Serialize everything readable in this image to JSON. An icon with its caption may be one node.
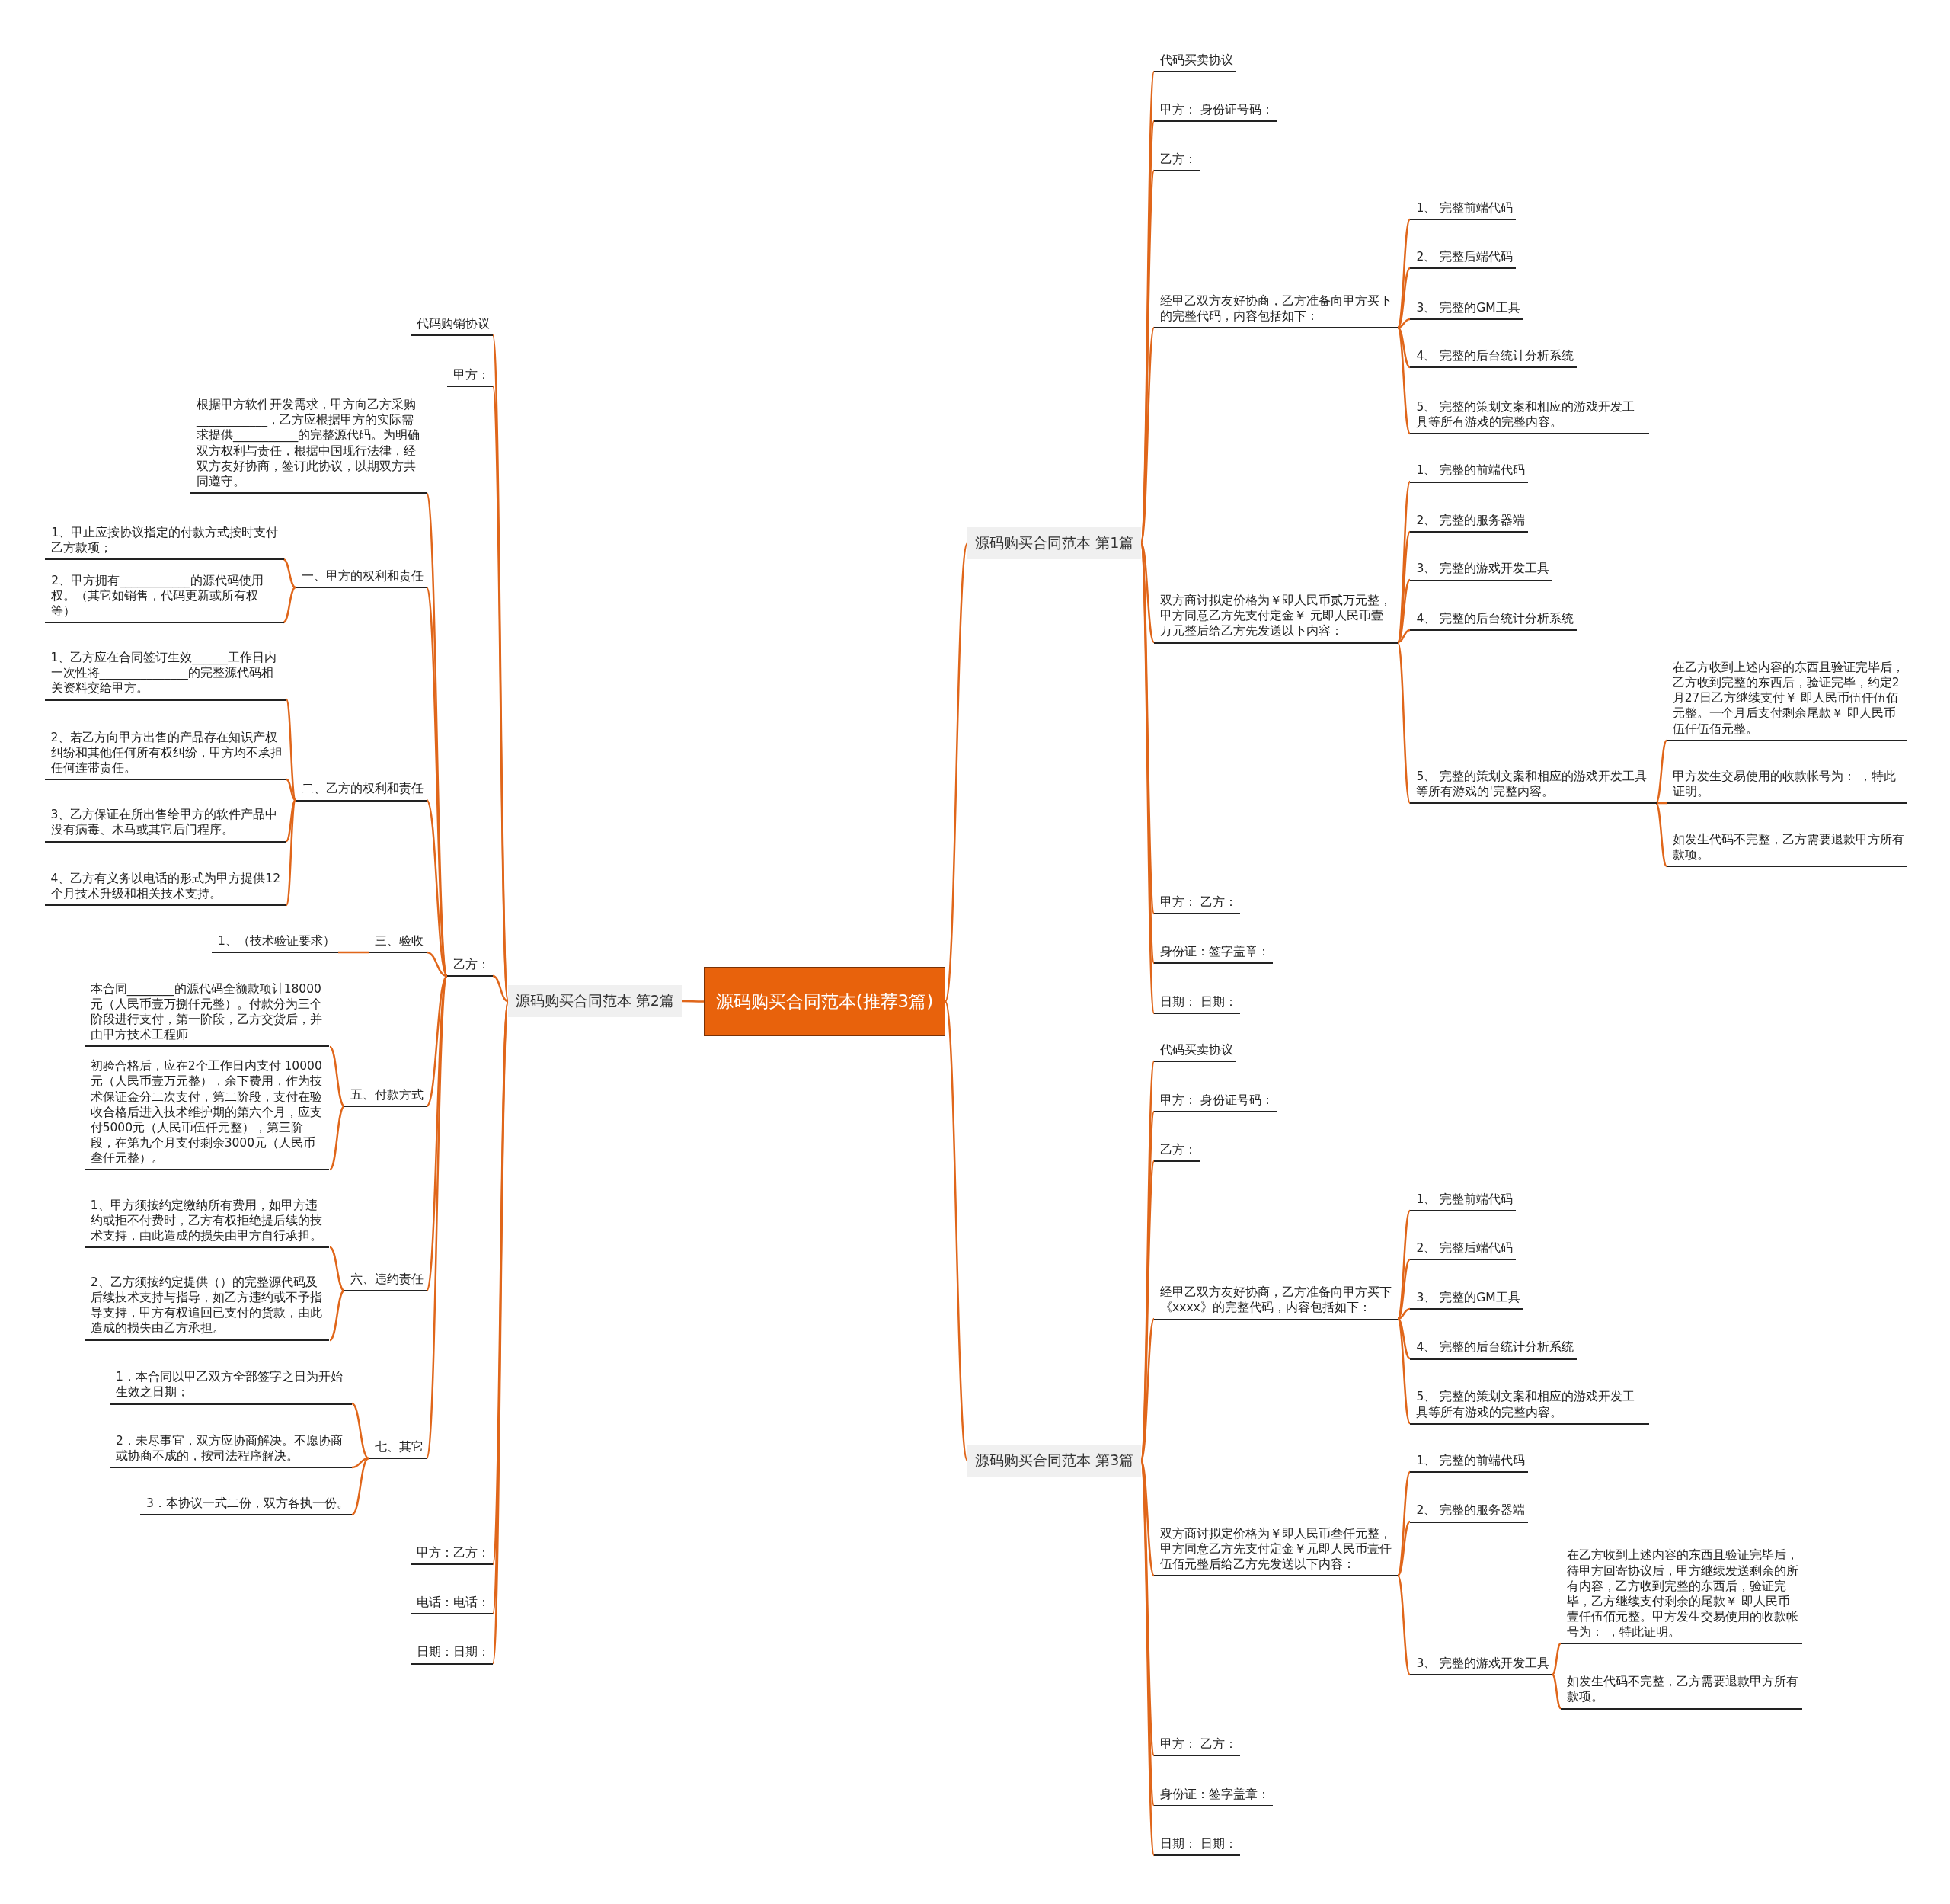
{
  "diagram": {
    "nodes": [
      {
        "text": [
          "源码购买合同范本(推荐3篇)"
        ]
      },
      {
        "text": [
          "源码购买合同范本 第1篇"
        ]
      },
      {
        "text": [
          "代码买卖协议"
        ]
      },
      {
        "text": [
          "甲方： 身份证号码："
        ]
      },
      {
        "text": [
          "乙方："
        ]
      },
      {
        "text": [
          "经甲乙双方友好协商，乙方准备向甲方买下的完整代码，内容包括如下："
        ]
      },
      {
        "text": [
          "1、 完整前端代码"
        ]
      },
      {
        "text": [
          "2、 完整后端代码"
        ]
      },
      {
        "text": [
          "3、 完整的GM工具"
        ]
      },
      {
        "text": [
          "4、 完整的后台统计分析系统"
        ]
      },
      {
        "text": [
          "5、 完整的策划文案和相应的游戏开发工具等所有游戏的完整内容。"
        ]
      },
      {
        "text": [
          "双方商讨拟定价格为￥即人民币贰万元整，甲方同意乙方先支付定金￥ 元即人民币壹万元整后给乙方先发送以下内容："
        ]
      },
      {
        "text": [
          "1、 完整的前端代码"
        ]
      },
      {
        "text": [
          "2、 完整的服务器端"
        ]
      },
      {
        "text": [
          "3、 完整的游戏开发工具"
        ]
      },
      {
        "text": [
          "4、 完整的后台统计分析系统"
        ]
      },
      {
        "text": [
          "5、 完整的策划文案和相应的游戏开发工具等所有游戏的'完整内容。"
        ]
      },
      {
        "text": [
          "在乙方收到上述内容的东西且验证完毕后，乙方收到完整的东西后，验证完毕，约定2月27日乙方继续支付￥ 即人民币伍仟伍佰元整。一个月后支付剩余尾款￥ 即人民币伍仟伍佰元整。"
        ]
      },
      {
        "text": [
          "甲方发生交易使用的收款帐号为： ，特此证明。"
        ]
      },
      {
        "text": [
          "如发生代码不完整，乙方需要退款甲方所有款项。"
        ]
      },
      {
        "text": [
          "甲方： 乙方："
        ]
      },
      {
        "text": [
          "身份证：签字盖章："
        ]
      },
      {
        "text": [
          "日期： 日期："
        ]
      },
      {
        "text": [
          "源码购买合同范本 第2篇"
        ]
      },
      {
        "text": [
          "代码购销协议"
        ]
      },
      {
        "text": [
          "甲方："
        ]
      },
      {
        "text": [
          "乙方："
        ]
      },
      {
        "text": [
          "根据甲方软件开发需求，甲方向乙方采购____________，乙方应根据甲方的实际需求提供___________的完整源代码。为明确双方权利与责任，根据中国现行法律，经双方友好协商，签订此协议，以期双方共同遵守。"
        ]
      },
      {
        "text": [
          "一、甲方的权利和责任"
        ]
      },
      {
        "text": [
          "1、甲止应按协议指定的付款方式按时支付乙方款项；"
        ]
      },
      {
        "text": [
          "2、甲方拥有____________的源代码使用权。（其它如销售，代码更新或所有权等）"
        ]
      },
      {
        "text": [
          "二、乙方的权利和责任"
        ]
      },
      {
        "text": [
          "1、乙方应在合同签订生效______工作日内一次性将_______________的完整源代码相关资料交给甲方。"
        ]
      },
      {
        "text": [
          "2、若乙方向甲方出售的产品存在知识产权纠纷和其他任何所有权纠纷，甲方均不承担任何连带责任。"
        ]
      },
      {
        "text": [
          "3、乙方保证在所出售给甲方的软件产品中没有病毒、木马或其它后门程序。"
        ]
      },
      {
        "text": [
          "4、乙方有义务以电话的形式为甲方提供12个月技术升级和相关技术支持。"
        ]
      },
      {
        "text": [
          "三、验收"
        ]
      },
      {
        "text": [
          "1、（技术验证要求）"
        ]
      },
      {
        "text": [
          "五、付款方式"
        ]
      },
      {
        "text": [
          "本合同________的源代码全额款项计18000元（人民币壹万捌仟元整）。付款分为三个阶段进行支付，第一阶段，乙方交货后，并由甲方技术工程师"
        ]
      },
      {
        "text": [
          "初验合格后，应在2个工作日内支付 10000元（人民币壹万元整），余下费用，作为技术保证金分二次支付，第二阶段，支付在验收合格后进入技术维护期的第六个月，应支付5000元（人民币伍仟元整），第三阶段，在第九个月支付剩余3000元（人民币叁仟元整）。"
        ]
      },
      {
        "text": [
          "六、违约责任"
        ]
      },
      {
        "text": [
          "1、甲方须按约定缴纳所有费用，如甲方违约或拒不付费时，乙方有权拒绝提后续的技术支持，由此造成的损失由甲方自行承担。"
        ]
      },
      {
        "text": [
          "2、乙方须按约定提供（）的完整源代码及后续技术支持与指导，如乙方违约或不予指导支持，甲方有权追回已支付的货款，由此造成的损失由乙方承担。"
        ]
      },
      {
        "text": [
          "七、其它"
        ]
      },
      {
        "text": [
          "1．本合同以甲乙双方全部签字之日为开始生效之日期；"
        ]
      },
      {
        "text": [
          "2．未尽事宜，双方应协商解决。不愿协商或协商不成的，按司法程序解决。"
        ]
      },
      {
        "text": [
          "3．本协议一式二份，双方各执一份。"
        ]
      },
      {
        "text": [
          "甲方：乙方："
        ]
      },
      {
        "text": [
          "电话：电话："
        ]
      },
      {
        "text": [
          "日期：日期："
        ]
      },
      {
        "text": [
          "源码购买合同范本 第3篇"
        ]
      },
      {
        "text": [
          "代码买卖协议"
        ]
      },
      {
        "text": [
          "甲方： 身份证号码："
        ]
      },
      {
        "text": [
          "乙方："
        ]
      },
      {
        "text": [
          "经甲乙双方友好协商，乙方准备向甲方买下《xxxx》的完整代码，内容包括如下："
        ]
      },
      {
        "text": [
          "1、 完整前端代码"
        ]
      },
      {
        "text": [
          "2、 完整后端代码"
        ]
      },
      {
        "text": [
          "3、 完整的GM工具"
        ]
      },
      {
        "text": [
          "4、 完整的后台统计分析系统"
        ]
      },
      {
        "text": [
          "5、 完整的策划文案和相应的游戏开发工具等所有游戏的完整内容。"
        ]
      },
      {
        "text": [
          "双方商讨拟定价格为￥即人民币叁仟元整，甲方同意乙方先支付定金￥元即人民币壹仟伍佰元整后给乙方先发送以下内容："
        ]
      },
      {
        "text": [
          "1、 完整的前端代码"
        ]
      },
      {
        "text": [
          "2、 完整的服务器端"
        ]
      },
      {
        "text": [
          "3、 完整的游戏开发工具"
        ]
      },
      {
        "text": [
          "在乙方收到上述内容的东西且验证完毕后，待甲方回寄协议后，甲方继续发送剩余的所有内容，乙方收到完整的东西后，验证完毕，乙方继续支付剩余的尾款￥ 即人民币壹仟伍佰元整。甲方发生交易使用的收款帐号为： ，特此证明。"
        ]
      },
      {
        "text": [
          "如发生代码不完整，乙方需要退款甲方所有款项。"
        ]
      },
      {
        "text": [
          "甲方： 乙方："
        ]
      },
      {
        "text": [
          "身份证：签字盖章："
        ]
      },
      {
        "text": [
          "日期： 日期："
        ]
      }
    ],
    "edges": [
      {
        "from": 0,
        "to": 1,
        "arrow": "none"
      },
      {
        "from": 1,
        "to": 2,
        "arrow": "none"
      },
      {
        "from": 1,
        "to": 3,
        "arrow": "none"
      },
      {
        "from": 1,
        "to": 4,
        "arrow": "none"
      },
      {
        "from": 1,
        "to": 5,
        "arrow": "none"
      },
      {
        "from": 5,
        "to": 6,
        "arrow": "none"
      },
      {
        "from": 5,
        "to": 7,
        "arrow": "none"
      },
      {
        "from": 5,
        "to": 8,
        "arrow": "none"
      },
      {
        "from": 5,
        "to": 9,
        "arrow": "none"
      },
      {
        "from": 5,
        "to": 10,
        "arrow": "none"
      },
      {
        "from": 1,
        "to": 11,
        "arrow": "none"
      },
      {
        "from": 11,
        "to": 12,
        "arrow": "none"
      },
      {
        "from": 11,
        "to": 13,
        "arrow": "none"
      },
      {
        "from": 11,
        "to": 14,
        "arrow": "none"
      },
      {
        "from": 11,
        "to": 15,
        "arrow": "none"
      },
      {
        "from": 11,
        "to": 16,
        "arrow": "none"
      },
      {
        "from": 16,
        "to": 17,
        "arrow": "none"
      },
      {
        "from": 16,
        "to": 18,
        "arrow": "none"
      },
      {
        "from": 16,
        "to": 19,
        "arrow": "none"
      },
      {
        "from": 1,
        "to": 20,
        "arrow": "none"
      },
      {
        "from": 1,
        "to": 21,
        "arrow": "none"
      },
      {
        "from": 1,
        "to": 22,
        "arrow": "none"
      },
      {
        "from": 0,
        "to": 23,
        "arrow": "none"
      },
      {
        "from": 23,
        "to": 24,
        "arrow": "none"
      },
      {
        "from": 23,
        "to": 25,
        "arrow": "none"
      },
      {
        "from": 23,
        "to": 26,
        "arrow": "none"
      },
      {
        "from": 26,
        "to": 27,
        "arrow": "none"
      },
      {
        "from": 26,
        "to": 28,
        "arrow": "none"
      },
      {
        "from": 28,
        "to": 29,
        "arrow": "none"
      },
      {
        "from": 28,
        "to": 30,
        "arrow": "none"
      },
      {
        "from": 26,
        "to": 31,
        "arrow": "none"
      },
      {
        "from": 31,
        "to": 32,
        "arrow": "none"
      },
      {
        "from": 31,
        "to": 33,
        "arrow": "none"
      },
      {
        "from": 31,
        "to": 34,
        "arrow": "none"
      },
      {
        "from": 31,
        "to": 35,
        "arrow": "none"
      },
      {
        "from": 26,
        "to": 36,
        "arrow": "none"
      },
      {
        "from": 36,
        "to": 37,
        "arrow": "none"
      },
      {
        "from": 26,
        "to": 38,
        "arrow": "none"
      },
      {
        "from": 38,
        "to": 39,
        "arrow": "none"
      },
      {
        "from": 38,
        "to": 40,
        "arrow": "none"
      },
      {
        "from": 26,
        "to": 41,
        "arrow": "none"
      },
      {
        "from": 41,
        "to": 42,
        "arrow": "none"
      },
      {
        "from": 41,
        "to": 43,
        "arrow": "none"
      },
      {
        "from": 26,
        "to": 44,
        "arrow": "none"
      },
      {
        "from": 44,
        "to": 45,
        "arrow": "none"
      },
      {
        "from": 44,
        "to": 46,
        "arrow": "none"
      },
      {
        "from": 44,
        "to": 47,
        "arrow": "none"
      },
      {
        "from": 23,
        "to": 48,
        "arrow": "none"
      },
      {
        "from": 23,
        "to": 49,
        "arrow": "none"
      },
      {
        "from": 23,
        "to": 50,
        "arrow": "none"
      },
      {
        "from": 0,
        "to": 51,
        "arrow": "none"
      },
      {
        "from": 51,
        "to": 52,
        "arrow": "none"
      },
      {
        "from": 51,
        "to": 53,
        "arrow": "none"
      },
      {
        "from": 51,
        "to": 54,
        "arrow": "none"
      },
      {
        "from": 51,
        "to": 55,
        "arrow": "none"
      },
      {
        "from": 55,
        "to": 56,
        "arrow": "none"
      },
      {
        "from": 55,
        "to": 57,
        "arrow": "none"
      },
      {
        "from": 55,
        "to": 58,
        "arrow": "none"
      },
      {
        "from": 55,
        "to": 59,
        "arrow": "none"
      },
      {
        "from": 55,
        "to": 60,
        "arrow": "none"
      },
      {
        "from": 51,
        "to": 61,
        "arrow": "none"
      },
      {
        "from": 61,
        "to": 62,
        "arrow": "none"
      },
      {
        "from": 61,
        "to": 63,
        "arrow": "none"
      },
      {
        "from": 61,
        "to": 64,
        "arrow": "none"
      },
      {
        "from": 64,
        "to": 65,
        "arrow": "none"
      },
      {
        "from": 64,
        "to": 66,
        "arrow": "none"
      },
      {
        "from": 51,
        "to": 67,
        "arrow": "none"
      },
      {
        "from": 51,
        "to": 68,
        "arrow": "none"
      },
      {
        "from": 51,
        "to": 69,
        "arrow": "none"
      }
    ]
  }
}
